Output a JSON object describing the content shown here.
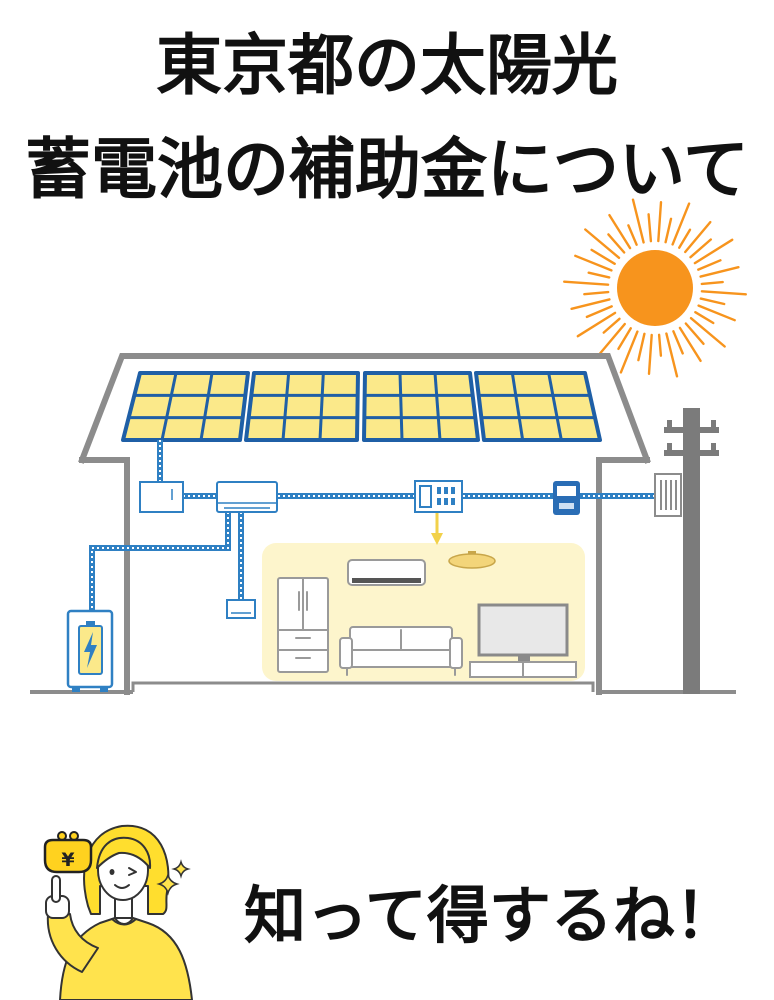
{
  "title": {
    "line1": "東京都の太陽光",
    "line2": "蓄電池の補助金について"
  },
  "caption": {
    "text": "知って得するね！"
  },
  "purse": {
    "symbol": "¥"
  },
  "icons": {
    "sun": "sun-icon",
    "solar_panel": "solar-panel-icon",
    "battery": "battery-icon",
    "lightning": "lightning-icon",
    "meter": "electric-meter-icon",
    "utility_pole": "utility-pole-icon",
    "purse": "yen-purse-icon",
    "sparkle": "sparkle-icon",
    "person": "woman-pointing-icon"
  },
  "colors": {
    "sun": "#f7941d",
    "panel_border": "#1f5fa6",
    "panel_cell": "#fbe98a",
    "wire": "#2f80c3",
    "house_line": "#8c8c8c",
    "room_light": "#fdf5cc",
    "arrow": "#f2d14a",
    "hair": "#ffde2e",
    "shirt": "#ffe34d",
    "purse": "#ffd21f"
  }
}
